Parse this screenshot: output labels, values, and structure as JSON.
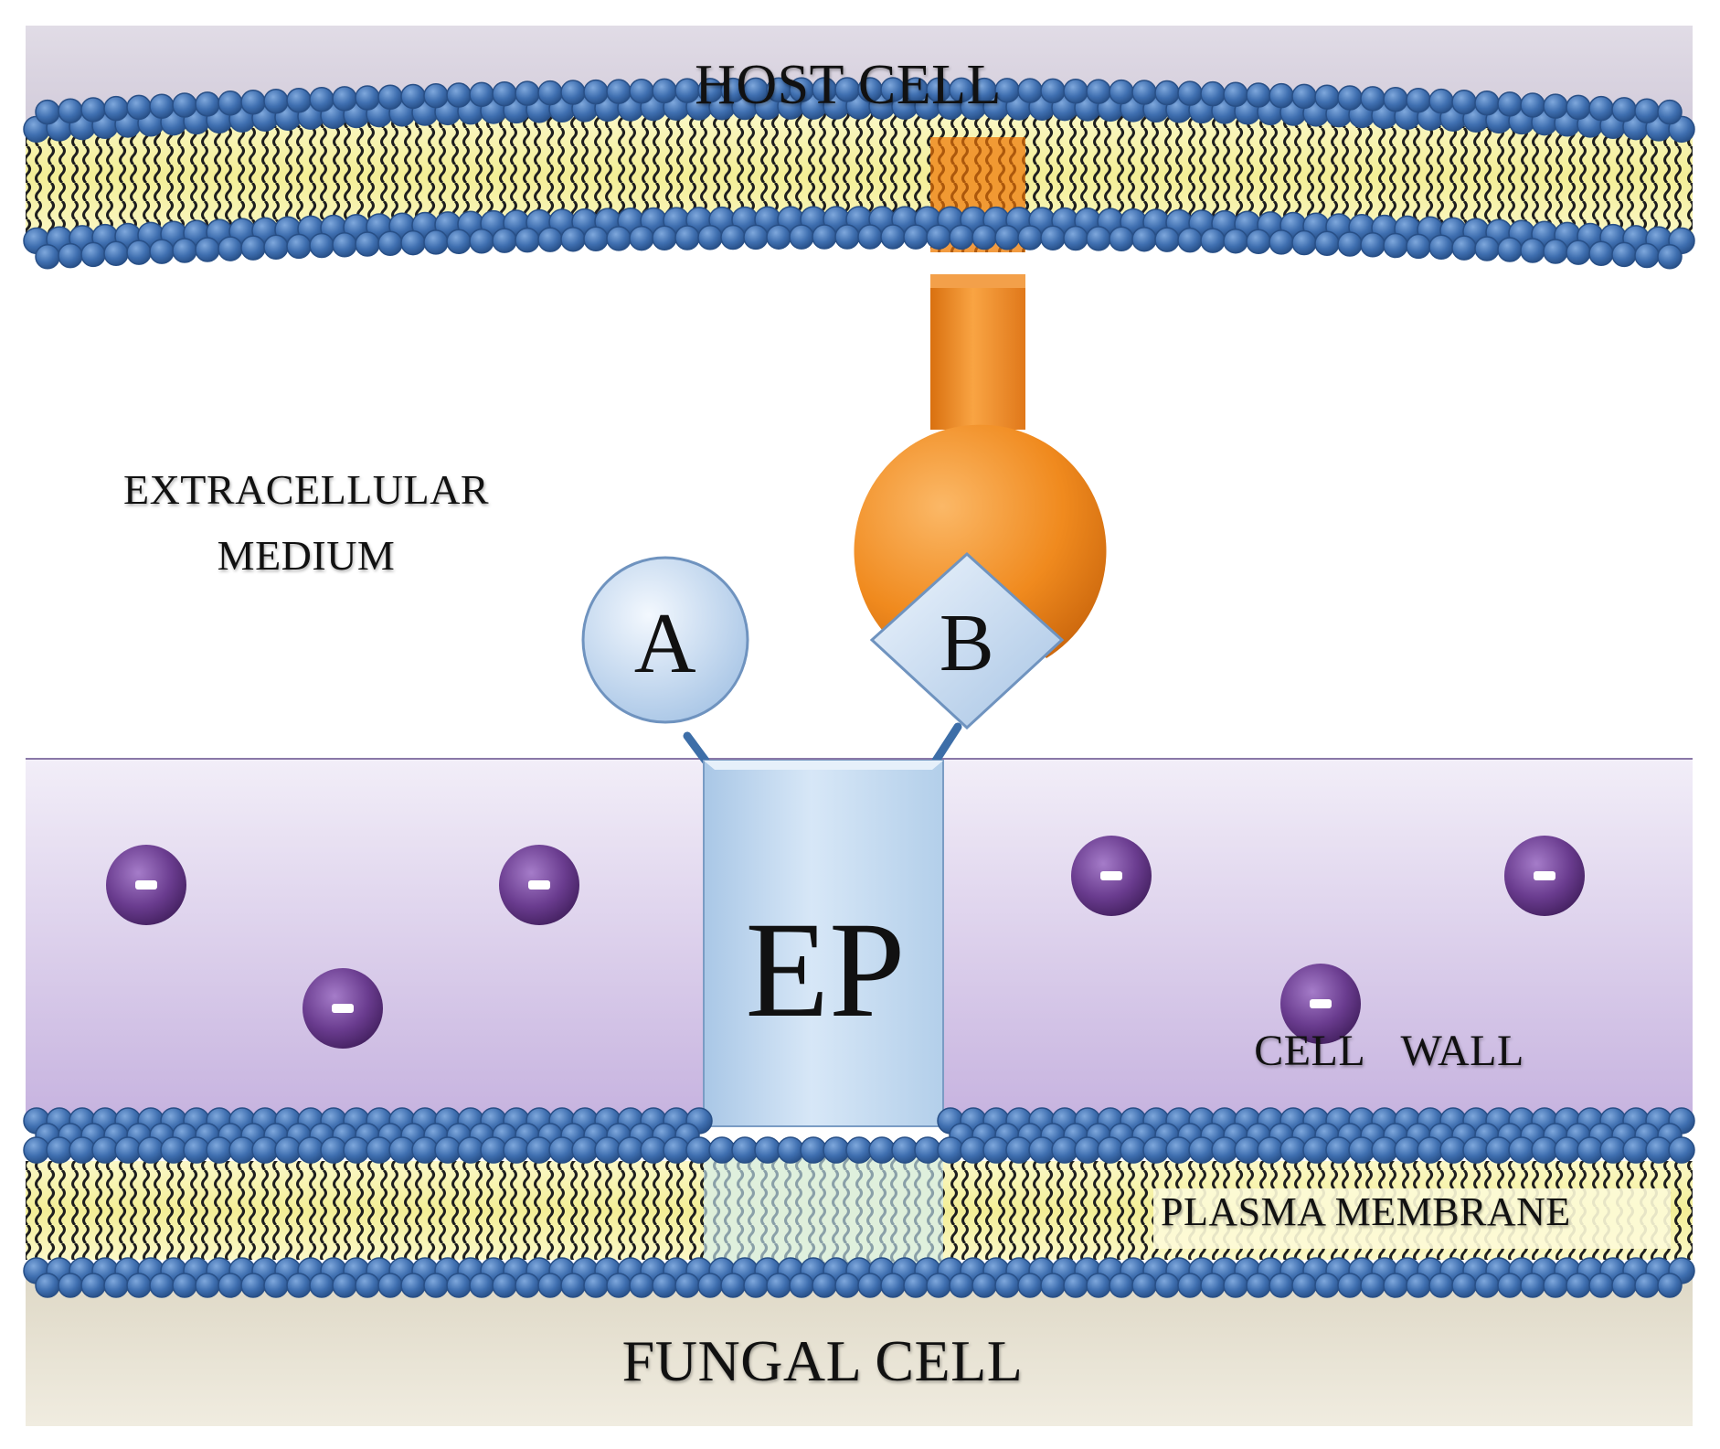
{
  "labels": {
    "host_cell": "HOST CELL",
    "extracellular_medium": "EXTRACELLULAR\nMEDIUM",
    "cell_wall": "CELL  WALL",
    "plasma_membrane": "PLASMA MEMBRANE",
    "fungal_cell": "FUNGAL CELL",
    "effector_protein": "EP",
    "domain_a": "A",
    "domain_b": "B",
    "negative_charge": "–"
  },
  "colors": {
    "host_cell_bg": "#d6d0dc",
    "extracellular_bg": "#ffffff",
    "cell_wall_top": "#ece6f4",
    "cell_wall_bottom": "#c8b4e0",
    "fungal_cell_bg": "#ebe6d8",
    "lipid_head": "#3f6fb0",
    "lipid_tail_band": "#f8f4a6",
    "receptor": "#f08a1e",
    "effector": "#c4dcf3",
    "charge": "#6a3c8f"
  },
  "icons": {
    "negative_charge": "minus-circle-icon",
    "receptor": "receptor-icon",
    "domain_a": "circle-domain-icon",
    "domain_b": "diamond-domain-icon"
  }
}
